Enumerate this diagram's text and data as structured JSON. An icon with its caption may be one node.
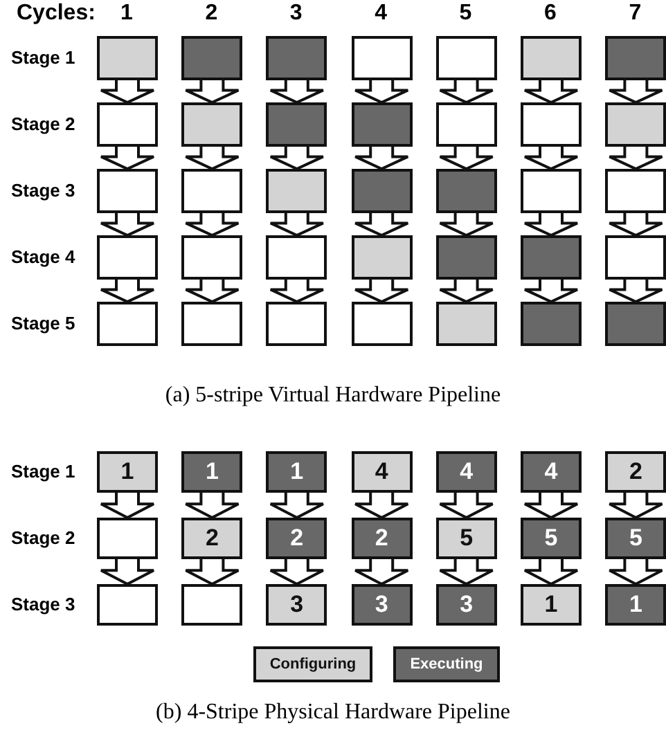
{
  "diagram": {
    "nodes": [
      {
        "text": [],
        "shape": "box"
      },
      {
        "text": [],
        "shape": "box"
      },
      {
        "text": [],
        "shape": "box"
      },
      {
        "text": [],
        "shape": "box"
      },
      {
        "text": [],
        "shape": "box"
      },
      {
        "text": [],
        "shape": "box"
      },
      {
        "text": [],
        "shape": "box"
      },
      {
        "text": [],
        "shape": "box"
      },
      {
        "text": [],
        "shape": "box"
      },
      {
        "text": [],
        "shape": "box"
      },
      {
        "text": [],
        "shape": "box"
      },
      {
        "text": [],
        "shape": "box"
      },
      {
        "text": [],
        "shape": "box"
      },
      {
        "text": [],
        "shape": "box"
      },
      {
        "text": [],
        "shape": "box"
      },
      {
        "text": [],
        "shape": "box"
      },
      {
        "text": [],
        "shape": "box"
      },
      {
        "text": [],
        "shape": "box"
      },
      {
        "text": [],
        "shape": "box"
      },
      {
        "text": [],
        "shape": "box"
      },
      {
        "text": [],
        "shape": "box"
      },
      {
        "text": [],
        "shape": "box"
      },
      {
        "text": [],
        "shape": "box"
      },
      {
        "text": [],
        "shape": "box"
      },
      {
        "text": [],
        "shape": "box"
      },
      {
        "text": [],
        "shape": "box"
      },
      {
        "text": [],
        "shape": "box"
      },
      {
        "text": [],
        "shape": "box"
      },
      {
        "text": [],
        "shape": "box"
      },
      {
        "text": [],
        "shape": "box"
      },
      {
        "text": [],
        "shape": "box"
      },
      {
        "text": [],
        "shape": "box"
      },
      {
        "text": [],
        "shape": "box"
      },
      {
        "text": [],
        "shape": "box"
      },
      {
        "text": [],
        "shape": "box"
      },
      {
        "text": [
          "1"
        ]
      },
      {
        "text": [
          "1"
        ]
      },
      {
        "text": [
          "1"
        ]
      },
      {
        "text": [
          "4"
        ]
      },
      {
        "text": [
          "4"
        ]
      },
      {
        "text": [
          "4"
        ]
      },
      {
        "text": [
          "2"
        ]
      },
      {
        "text": [],
        "shape": "box"
      },
      {
        "text": [
          "2"
        ]
      },
      {
        "text": [
          "2"
        ]
      },
      {
        "text": [
          "2"
        ]
      },
      {
        "text": [
          "5"
        ]
      },
      {
        "text": [
          "5"
        ]
      },
      {
        "text": [
          "5"
        ]
      },
      {
        "text": [],
        "shape": "box"
      },
      {
        "text": [],
        "shape": "box"
      },
      {
        "text": [
          "3"
        ]
      },
      {
        "text": [
          "3"
        ]
      },
      {
        "text": [
          "3"
        ]
      },
      {
        "text": [
          "1"
        ]
      },
      {
        "text": [
          "1"
        ]
      }
    ],
    "edges": [
      {
        "from": 0,
        "to": 7,
        "arrow": "to"
      },
      {
        "from": 1,
        "to": 8,
        "arrow": "to"
      },
      {
        "from": 2,
        "to": 9,
        "arrow": "to"
      },
      {
        "from": 3,
        "to": 10,
        "arrow": "to"
      },
      {
        "from": 4,
        "to": 11,
        "arrow": "to"
      },
      {
        "from": 5,
        "to": 12,
        "arrow": "to"
      },
      {
        "from": 6,
        "to": 13,
        "arrow": "to"
      },
      {
        "from": 7,
        "to": 14,
        "arrow": "to"
      },
      {
        "from": 8,
        "to": 15,
        "arrow": "to"
      },
      {
        "from": 9,
        "to": 16,
        "arrow": "to"
      },
      {
        "from": 10,
        "to": 17,
        "arrow": "to"
      },
      {
        "from": 11,
        "to": 18,
        "arrow": "to"
      },
      {
        "from": 12,
        "to": 19,
        "arrow": "to"
      },
      {
        "from": 13,
        "to": 20,
        "arrow": "to"
      },
      {
        "from": 14,
        "to": 21,
        "arrow": "to"
      },
      {
        "from": 15,
        "to": 22,
        "arrow": "to"
      },
      {
        "from": 16,
        "to": 23,
        "arrow": "to"
      },
      {
        "from": 17,
        "to": 24,
        "arrow": "to"
      },
      {
        "from": 18,
        "to": 25,
        "arrow": "to"
      },
      {
        "from": 19,
        "to": 26,
        "arrow": "to"
      },
      {
        "from": 20,
        "to": 27,
        "arrow": "to"
      },
      {
        "from": 21,
        "to": 28,
        "arrow": "to"
      },
      {
        "from": 22,
        "to": 29,
        "arrow": "to"
      },
      {
        "from": 23,
        "to": 30,
        "arrow": "to"
      },
      {
        "from": 24,
        "to": 31,
        "arrow": "to"
      },
      {
        "from": 25,
        "to": 32,
        "arrow": "to"
      },
      {
        "from": 26,
        "to": 33,
        "arrow": "to"
      },
      {
        "from": 27,
        "to": 34,
        "arrow": "to"
      },
      {
        "from": 35,
        "to": 42,
        "arrow": "to"
      },
      {
        "from": 36,
        "to": 43,
        "arrow": "to"
      },
      {
        "from": 37,
        "to": 44,
        "arrow": "to"
      },
      {
        "from": 38,
        "to": 45,
        "arrow": "to"
      },
      {
        "from": 39,
        "to": 46,
        "arrow": "to"
      },
      {
        "from": 40,
        "to": 47,
        "arrow": "to"
      },
      {
        "from": 41,
        "to": 48,
        "arrow": "to"
      },
      {
        "from": 42,
        "to": 49,
        "arrow": "to"
      },
      {
        "from": 43,
        "to": 50,
        "arrow": "to"
      },
      {
        "from": 44,
        "to": 51,
        "arrow": "to"
      },
      {
        "from": 45,
        "to": 52,
        "arrow": "to"
      },
      {
        "from": 46,
        "to": 53,
        "arrow": "to"
      },
      {
        "from": 47,
        "to": 54,
        "arrow": "to"
      },
      {
        "from": 48,
        "to": 55,
        "arrow": "to"
      }
    ],
    "labels": [
      "Cycles:",
      "1",
      "2",
      "3",
      "4",
      "5",
      "6",
      "7",
      "Stage 1",
      "Stage 2",
      "Stage 3",
      "Stage 4",
      "Stage 5",
      "(a) 5-stripe Virtual Hardware Pipeline",
      "Stage 1",
      "Stage 2",
      "Stage 3",
      "(b) 4-Stripe Physical Hardware Pipeline"
    ],
    "legend": [
      {
        "text": "Configuring",
        "color": "#d3d3d3"
      },
      {
        "text": "Executing",
        "color": "#686868"
      }
    ]
  }
}
